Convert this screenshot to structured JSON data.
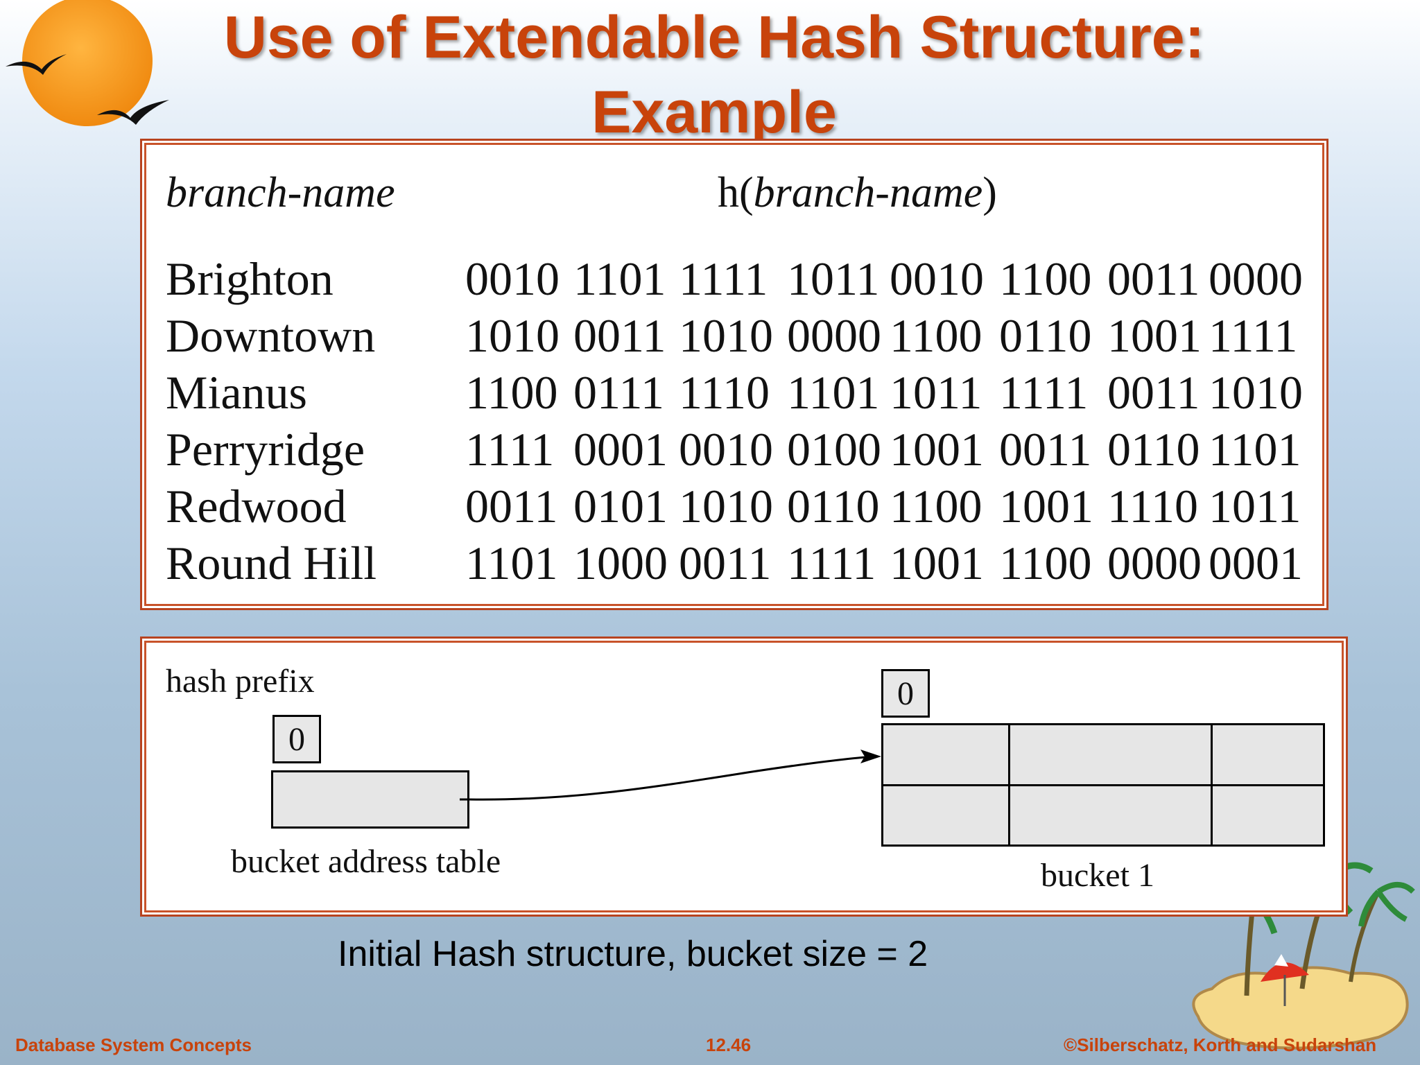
{
  "slide": {
    "title_line1": "Use of Extendable Hash Structure:",
    "title_line2": "Example"
  },
  "hash_table": {
    "col_name_header": "branch-name",
    "col_hash_prefix": "h(",
    "col_hash_arg": "branch-name",
    "col_hash_suffix": ")",
    "rows": [
      {
        "name": "Brighton",
        "bits": [
          "0010",
          "1101",
          "1111",
          "1011",
          "0010",
          "1100",
          "0011",
          "0000"
        ]
      },
      {
        "name": "Downtown",
        "bits": [
          "1010",
          "0011",
          "1010",
          "0000",
          "1100",
          "0110",
          "1001",
          "1111"
        ]
      },
      {
        "name": "Mianus",
        "bits": [
          "1100",
          "0111",
          "1110",
          "1101",
          "1011",
          "1111",
          "0011",
          "1010"
        ]
      },
      {
        "name": "Perryridge",
        "bits": [
          "1111",
          "0001",
          "0010",
          "0100",
          "1001",
          "0011",
          "0110",
          "1101"
        ]
      },
      {
        "name": "Redwood",
        "bits": [
          "0011",
          "0101",
          "1010",
          "0110",
          "1100",
          "1001",
          "1110",
          "1011"
        ]
      },
      {
        "name": "Round Hill",
        "bits": [
          "1101",
          "1000",
          "0011",
          "1111",
          "1001",
          "1100",
          "0000",
          "0001"
        ]
      }
    ]
  },
  "diagram": {
    "hash_prefix_label": "hash prefix",
    "table_depth": "0",
    "table_label": "bucket address table",
    "bucket_depth": "0",
    "bucket_label": "bucket 1"
  },
  "caption": "Initial Hash structure, bucket size = 2",
  "footer": {
    "left": "Database System Concepts",
    "center": "12.46",
    "right": "©Silberschatz, Korth and Sudarshan"
  },
  "colors": {
    "title": "#c8430b",
    "frame": "#b8431f",
    "footer": "#c8430b"
  }
}
